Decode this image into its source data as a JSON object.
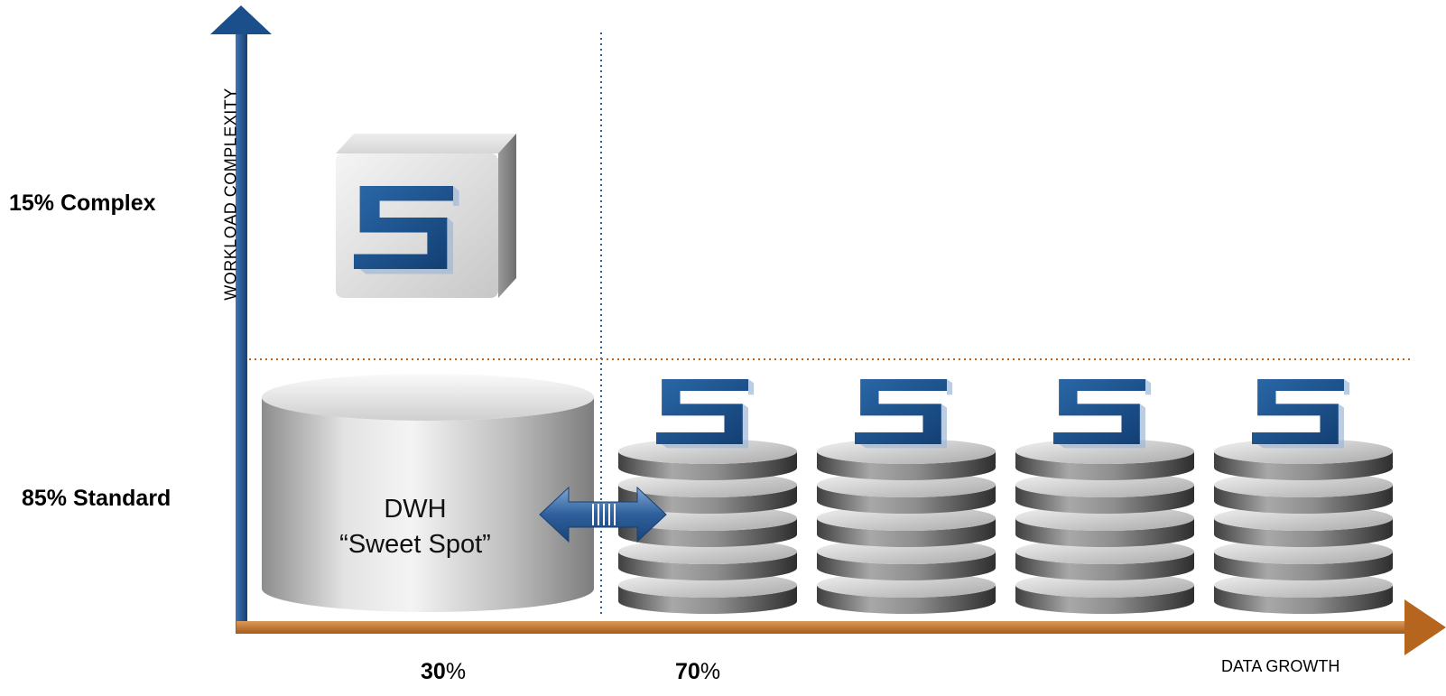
{
  "axes": {
    "y_title": "WORKLOAD COMPLEXITY",
    "x_title": "DATA GROWTH"
  },
  "rows": {
    "complex_label": "15% Complex",
    "standard_label": "85% Standard"
  },
  "columns": {
    "left": {
      "value": "30",
      "unit": "%"
    },
    "right": {
      "value": "70",
      "unit": "%"
    }
  },
  "dwh": {
    "line1": "DWH",
    "line2": "“Sweet Spot”"
  },
  "icons": {
    "cube": "sybase-s-cube-icon",
    "stack": "sybase-s-disk-stack-icon",
    "arrow": "double-headed-arrow-icon",
    "cylinder": "database-cylinder-icon"
  },
  "stack_count": 4,
  "colors": {
    "y_axis": "#1a4f8b",
    "x_axis": "#b5651d",
    "v_divider": "#2c5f9e",
    "h_divider": "#c0661b",
    "s_logo": "#1a4f8b"
  }
}
